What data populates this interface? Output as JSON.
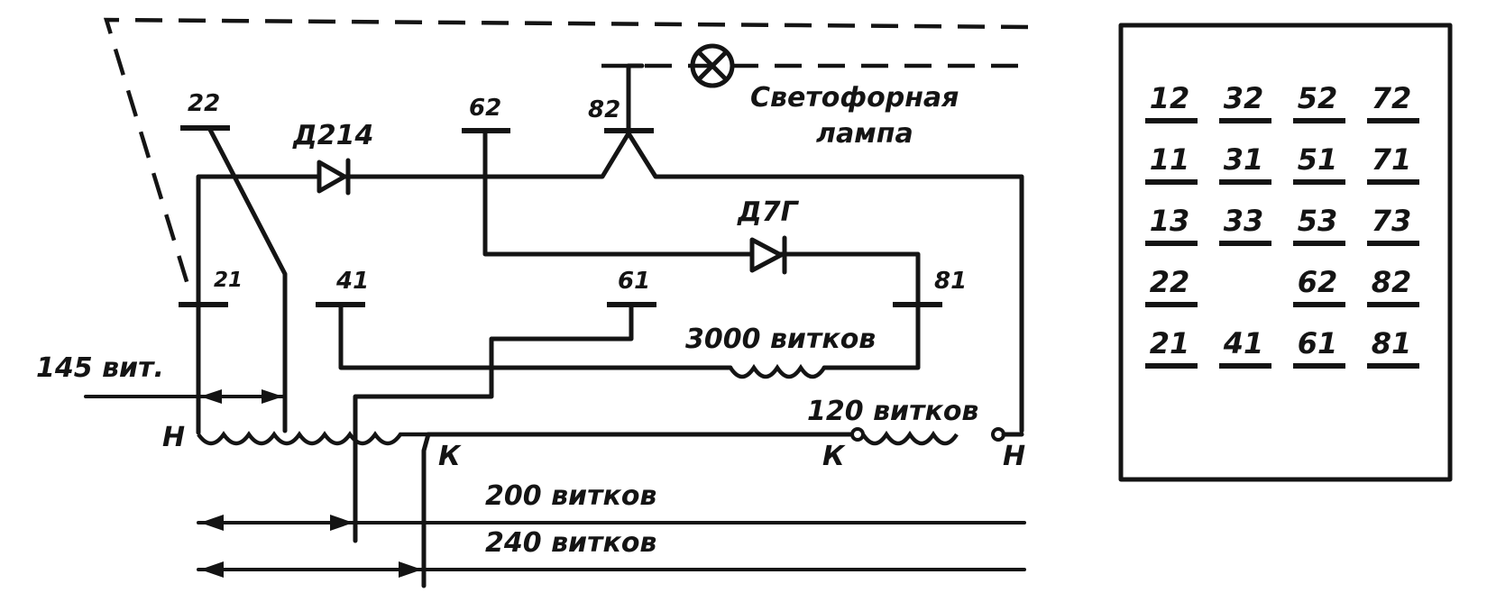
{
  "labels": {
    "lamp": "Светофорная",
    "lamp2": "лампа",
    "diode1": "Д214",
    "diode2": "Д7Г",
    "t22": "22",
    "t62": "62",
    "t82": "82",
    "t21": "21",
    "t41": "41",
    "t61": "61",
    "t81": "81",
    "turns145": "145 вит.",
    "turns3000": "3000 витков",
    "turns120": "120 витков",
    "turns200": "200 витков",
    "turns240": "240 витков",
    "h_left": "Н",
    "k_left": "К",
    "k_right": "К",
    "h_right": "Н"
  },
  "table": {
    "rows": [
      [
        "12",
        "32",
        "52",
        "72"
      ],
      [
        "11",
        "31",
        "51",
        "71"
      ],
      [
        "13",
        "33",
        "53",
        "73"
      ],
      [
        "22",
        "",
        "62",
        "82"
      ],
      [
        "21",
        "41",
        "61",
        "81"
      ]
    ]
  }
}
